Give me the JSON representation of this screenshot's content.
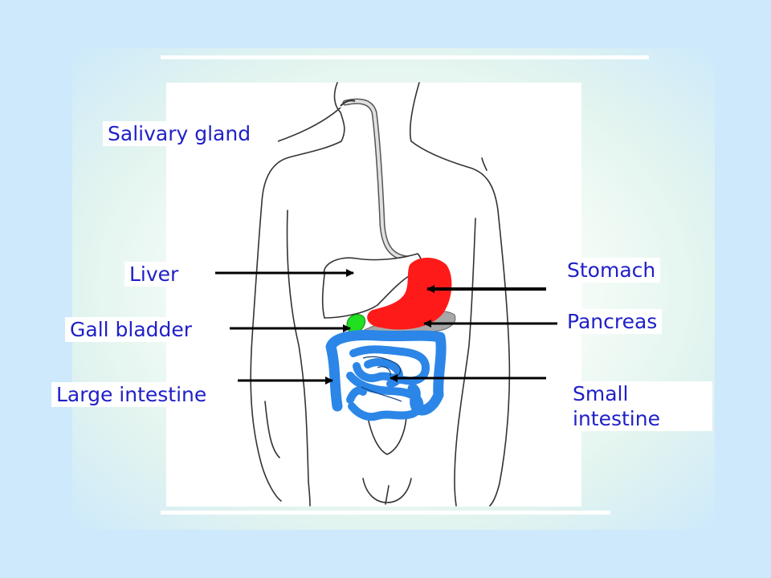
{
  "labels": {
    "salivary_gland": "Salivary gland",
    "liver": "Liver",
    "gall_bladder": "Gall bladder",
    "large_intestine": "Large intestine",
    "stomach": "Stomach",
    "pancreas": "Pancreas",
    "small_intestine": "Small\nintestine"
  },
  "colors": {
    "background": "#cde9fb",
    "label_text": "#2020c8",
    "stomach": "#ff1a1a",
    "gall_bladder": "#20e020",
    "intestine": "#2b86e8",
    "pancreas": "#a8a8a8",
    "outline": "#333333"
  }
}
